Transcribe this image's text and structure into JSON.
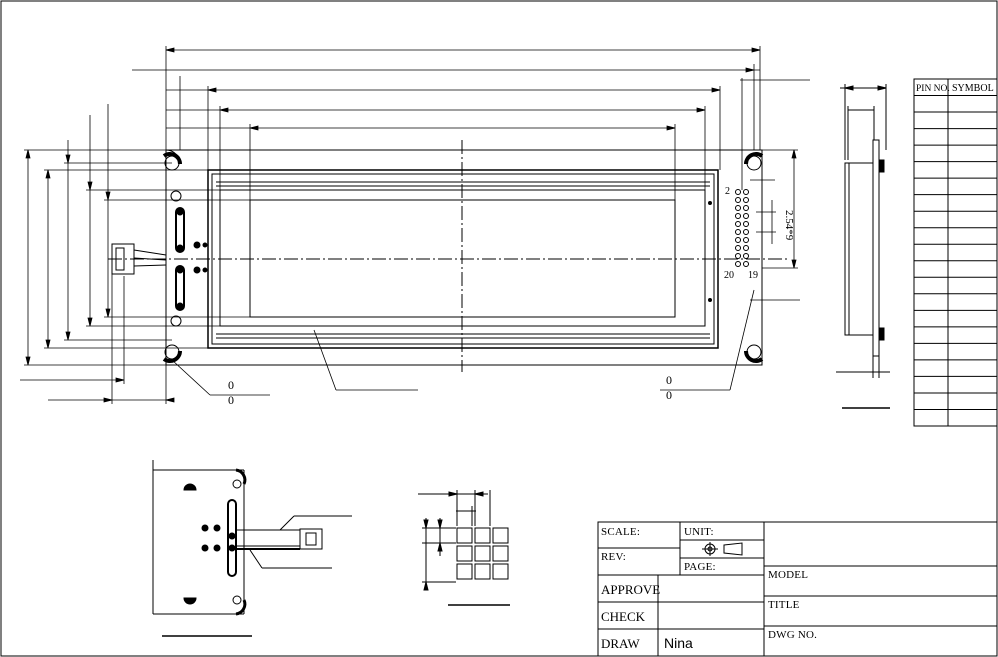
{
  "pin_table": {
    "headers": [
      "PIN NO.",
      "SYMBOL"
    ],
    "rows": 20
  },
  "connector": {
    "pin_first": "2",
    "pin_last": "19",
    "pin_bottom_left": "20",
    "pitch": "2.54*9"
  },
  "title_block": {
    "scale_label": "SCALE:",
    "unit_label": "UNIT:",
    "rev_label": "REV:",
    "page_label": "PAGE:",
    "approve_label": "APPROVE",
    "check_label": "CHECK",
    "draw_label": "DRAW",
    "drawn_by": "Nina",
    "model_label": "MODEL",
    "title_label": "TITLE",
    "dwg_label": "DWG NO."
  },
  "callouts": {
    "left_top": "0",
    "left_bottom": "0",
    "right_top": "0",
    "right_bottom": "0"
  }
}
